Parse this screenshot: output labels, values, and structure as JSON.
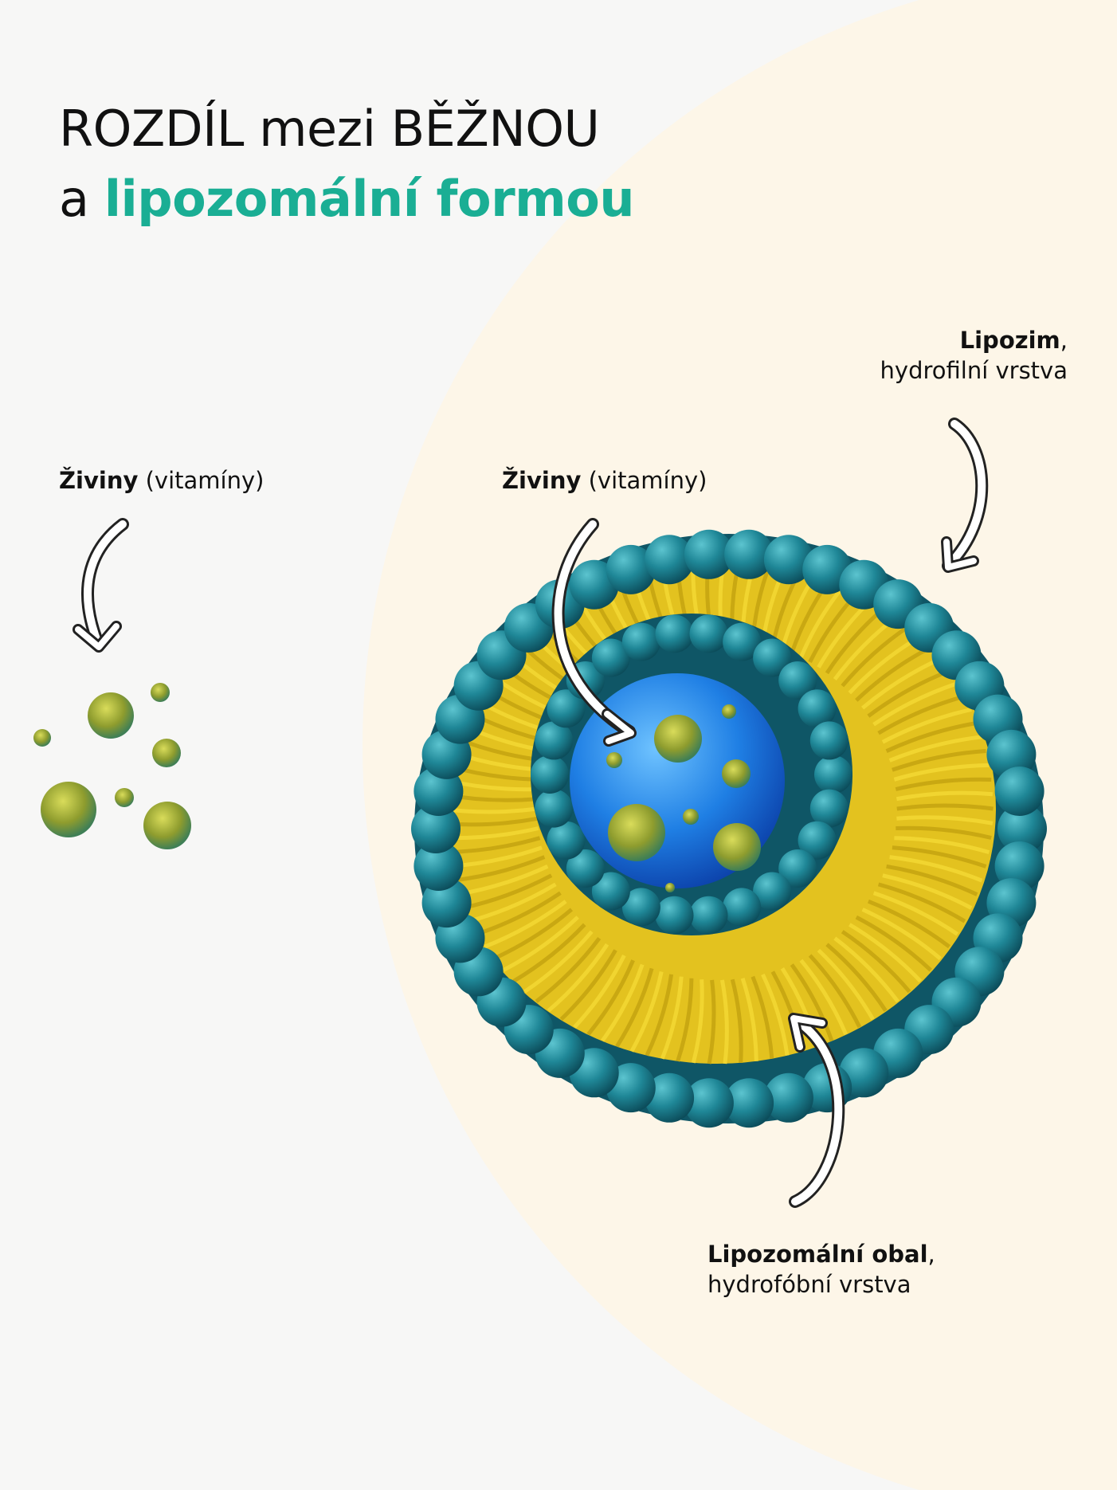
{
  "headline": {
    "line1": "ROZDÍL mezi BĚŽNOU",
    "line2_prefix": "a ",
    "line2_accent": "lipozomální formou"
  },
  "labels": {
    "free_nutrients": {
      "bold": "Živiny",
      "rest": " (vitamíny)"
    },
    "core_nutrients": {
      "bold": "Živiny",
      "rest": " (vitamíny)"
    },
    "liposome": {
      "bold": "Lipozim",
      "punct": ",",
      "line2": "hydrofilní vrstva"
    },
    "shell": {
      "bold": "Lipozomální obal",
      "punct": ",",
      "line2": "hydrofóbní vrstva"
    }
  },
  "colors": {
    "background": "#f7f7f6",
    "cream": "#fdf6e8",
    "accent": "#1aae94",
    "head_teal": "#1f7f90",
    "tail_yellow": "#e2c21c",
    "core_blue": "#1e7fe0",
    "nutrient_green": "#9aa53a"
  }
}
